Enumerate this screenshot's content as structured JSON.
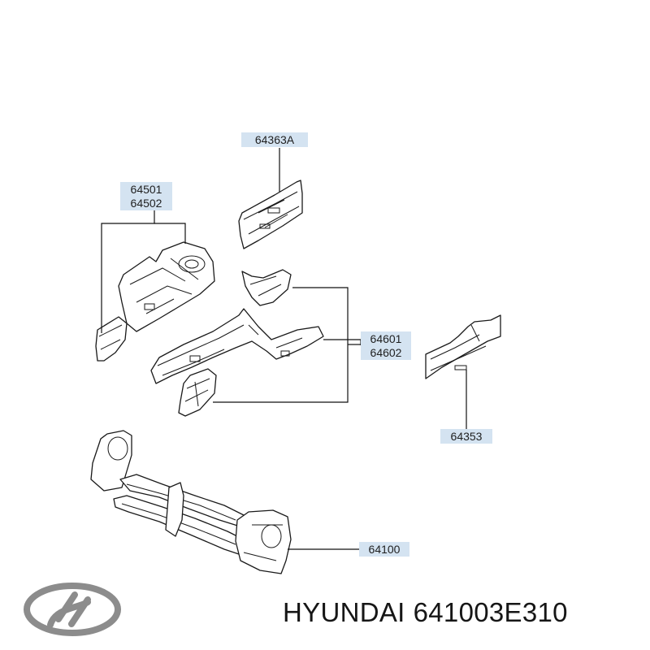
{
  "callouts": {
    "c64363A": "64363A",
    "c64501": "64501",
    "c64502": "64502",
    "c64601": "64601",
    "c64602": "64602",
    "c64353": "64353",
    "c64100": "64100"
  },
  "caption": {
    "brand": "HYUNDAI",
    "part_number": "641003E310"
  },
  "colors": {
    "label_background": "#d4e3f1",
    "line": "#1a1a1a",
    "logo": "#8c8c8c"
  },
  "icons": {
    "logo": "hyundai-logo-icon"
  }
}
